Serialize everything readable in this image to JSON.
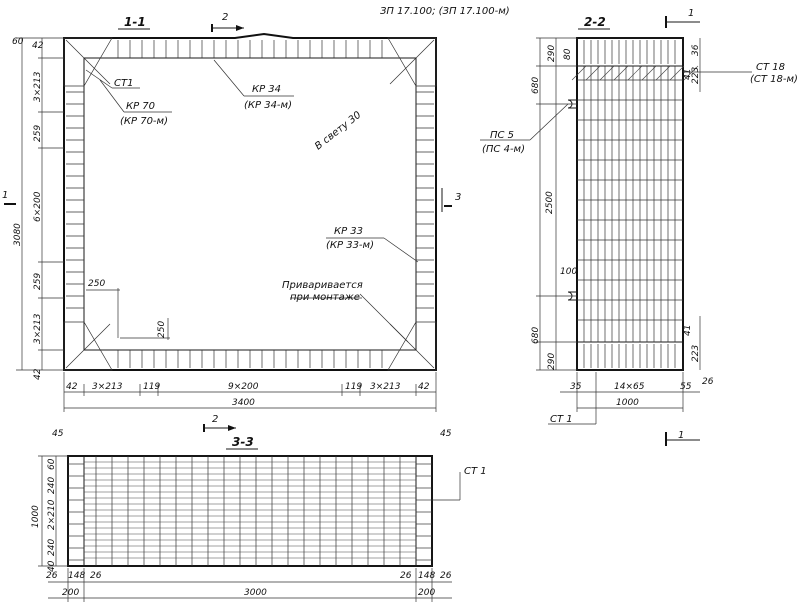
{
  "header": {
    "code": "ЗП 17.100; (ЗП 17.100-м)"
  },
  "views": {
    "v11": {
      "title": "1-1"
    },
    "v22": {
      "title": "2-2"
    },
    "v33": {
      "title": "3-3"
    }
  },
  "markers": {
    "m2": "2",
    "m1": "1",
    "m3": "3"
  },
  "labels": {
    "st1": "СТ1",
    "kr70": "КР 70",
    "kr70m": "(КР 70-м)",
    "kr34": "КР 34",
    "kr34m": "(КР 34-м)",
    "svetu": "В свету 30",
    "kr33": "КР 33",
    "kr33m": "(КР 33-м)",
    "weld1": "Приваривается",
    "weld2": "при монтаже",
    "st18": "СТ 18",
    "st18m": "(СТ 18-м)",
    "ps5": "ПС 5",
    "ps4m": "(ПС 4-м)",
    "st1b": "СТ 1",
    "st1c": "СТ 1"
  },
  "dims": {
    "d60": "60",
    "d42a": "42",
    "d3x213a": "3×213",
    "d259a": "259",
    "d6x200": "6×200",
    "d3080": "3080",
    "d259b": "259",
    "d3x213b": "3×213",
    "d42b": "42",
    "d250a": "250",
    "d250b": "250",
    "d42c": "42",
    "d3x213c": "3×213",
    "d119a": "119",
    "d9x200": "9×200",
    "d119b": "119",
    "d3x213d": "3×213",
    "d42d": "42",
    "d3400": "3400",
    "r290a": "290",
    "r80": "80",
    "r36": "36",
    "r680a": "680",
    "r223a": "223",
    "r41a": "41",
    "r2500": "2500",
    "r100": "100",
    "r680b": "680",
    "r41b": "41",
    "r290b": "290",
    "r223b": "223",
    "r35": "35",
    "r14x65": "14×65",
    "r55": "55",
    "r26": "26",
    "r1000": "1000",
    "b45a": "45",
    "b45b": "45",
    "b60": "60",
    "b240a": "240",
    "b2x210": "2×210",
    "b240b": "240",
    "b40": "40",
    "b1000": "1000",
    "b26a": "26",
    "b148a": "148",
    "b26b": "26",
    "b26c": "26",
    "b148b": "148",
    "b26d": "26",
    "b200a": "200",
    "b3000": "3000",
    "b200b": "200"
  }
}
